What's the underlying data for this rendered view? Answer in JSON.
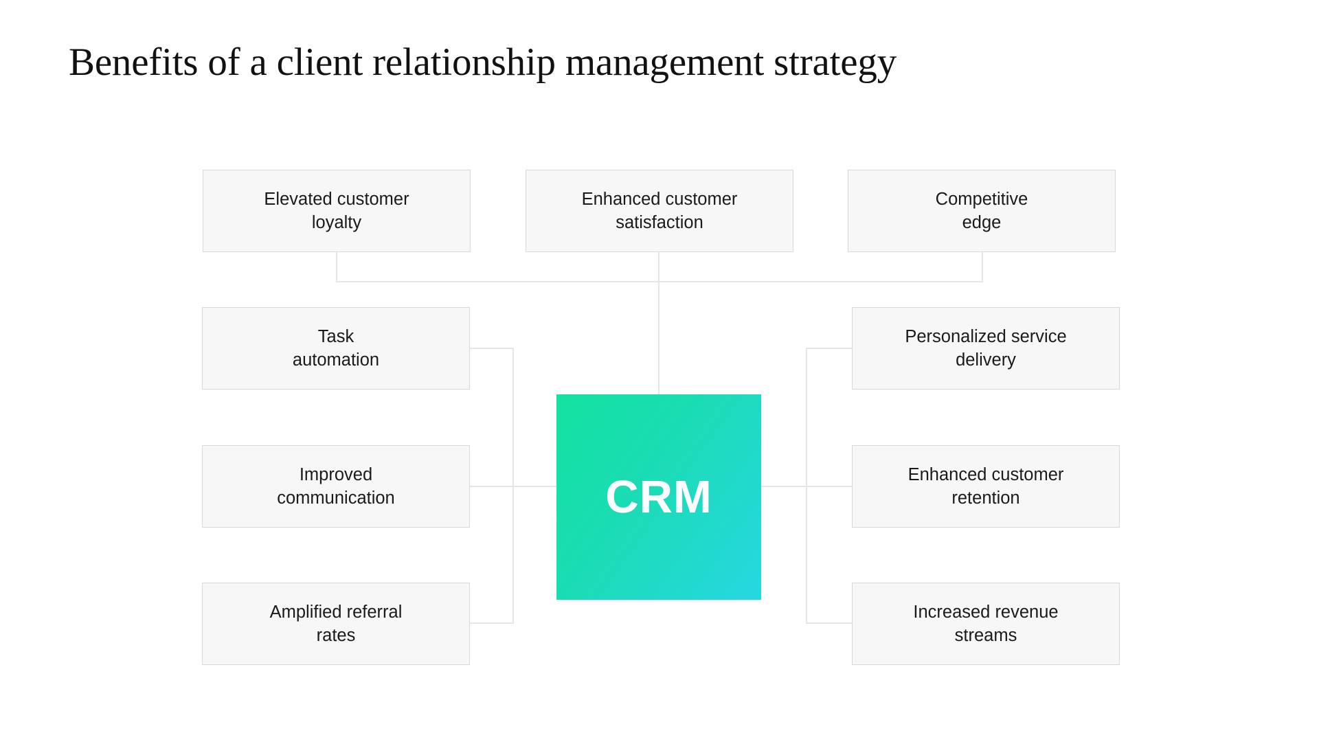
{
  "slide": {
    "title": "Benefits of a client relationship management strategy",
    "background_color": "#ffffff"
  },
  "hub": {
    "label": "CRM",
    "gradient_start": "#13e2a0",
    "gradient_end": "#27d7e2",
    "text_color": "#ffffff"
  },
  "node_style": {
    "fill": "#f7f7f7",
    "border": "#d8d8d8",
    "text_color": "#1a1a1a",
    "connector_color": "#e6e6e6"
  },
  "nodes": {
    "top": [
      {
        "id": "loyalty",
        "label": "Elevated customer\nloyalty"
      },
      {
        "id": "satisfaction",
        "label": "Enhanced customer\nsatisfaction"
      },
      {
        "id": "edge",
        "label": "Competitive\nedge"
      }
    ],
    "left": [
      {
        "id": "task",
        "label": "Task\nautomation"
      },
      {
        "id": "communication",
        "label": "Improved\ncommunication"
      },
      {
        "id": "referral",
        "label": "Amplified referral\nrates"
      }
    ],
    "right": [
      {
        "id": "personalized",
        "label": "Personalized service\ndelivery"
      },
      {
        "id": "retention",
        "label": "Enhanced customer\nretention"
      },
      {
        "id": "revenue",
        "label": "Increased revenue\nstreams"
      }
    ]
  }
}
